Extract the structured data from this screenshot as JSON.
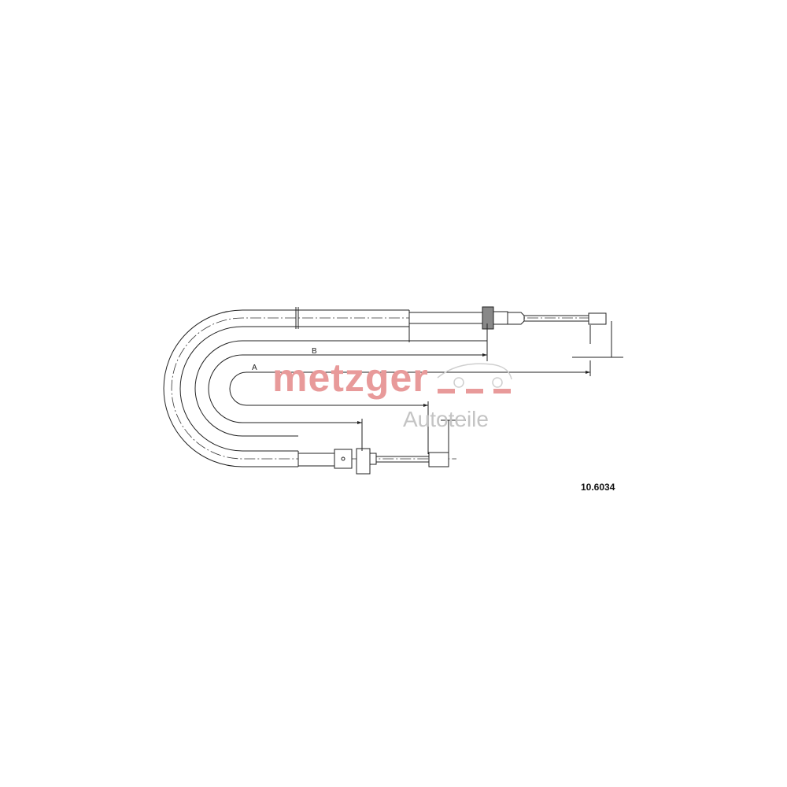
{
  "drawing": {
    "part_number": "10.6034",
    "dimension_labels": {
      "a": "A",
      "b": "B"
    }
  },
  "logo": {
    "brand": "metzger",
    "tagline": "Autoteile",
    "brand_color": "#e89a9a",
    "tagline_color": "#c4c4c4"
  }
}
